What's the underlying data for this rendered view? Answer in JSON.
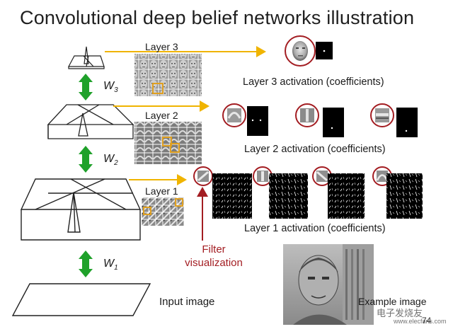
{
  "title": "Convolutional deep belief networks illustration",
  "layers": [
    {
      "label": "Layer 3",
      "activation_label": "Layer 3 activation (coefficients)"
    },
    {
      "label": "Layer 2",
      "activation_label": "Layer 2 activation (coefficients)"
    },
    {
      "label": "Layer 1",
      "activation_label": "Layer 1 activation (coefficients)"
    }
  ],
  "weights": [
    {
      "name": "W",
      "sub": "3"
    },
    {
      "name": "W",
      "sub": "2"
    },
    {
      "name": "W",
      "sub": "1"
    }
  ],
  "filter_visualization": [
    "Filter",
    "visualization"
  ],
  "input_label": "Input image",
  "example_label": "Example image",
  "page_number": "74",
  "watermark": "电子发烧友",
  "watermark_url": "www.elecfans.com",
  "colors": {
    "arrow_green": "#1fa12a",
    "arrow_yellow": "#f0b400",
    "circle_red": "#a31d22",
    "filter_box": "#e0a020"
  }
}
